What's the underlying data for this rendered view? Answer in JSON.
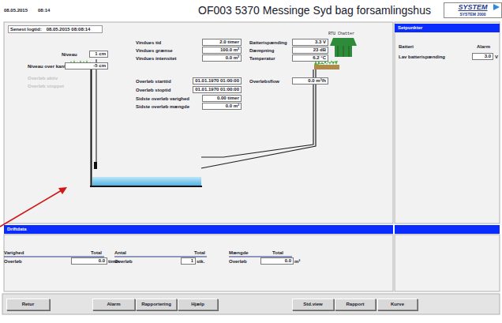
{
  "diagram": {
    "title": "OF003 5370 Messinge Syd bag forsamlingshus",
    "nodes": [
      {
        "text": [
          "SYSTEM",
          "SYSTEM 2000"
        ]
      },
      {
        "text": [
          "Senest logtid:",
          "08.05.2015 08:08:14"
        ]
      },
      {
        "text": [
          "2.0 timer"
        ]
      },
      {
        "text": [
          "100.0 m³"
        ]
      },
      {
        "text": [
          "0.0 m³"
        ]
      },
      {
        "text": [
          "3.3 V"
        ]
      },
      {
        "text": [
          "23 dB"
        ]
      },
      {
        "text": [
          "6.2 °C"
        ]
      },
      {
        "text": [
          "1 cm"
        ]
      },
      {
        "text": [
          "-5 cm"
        ]
      },
      {
        "text": [
          "01.01.1970 01:00:00"
        ]
      },
      {
        "text": [
          "01.01.1970 01:00:00"
        ]
      },
      {
        "text": [
          "0.00 timer"
        ]
      },
      {
        "text": [
          "0.0 m³"
        ]
      },
      {
        "text": [
          "0.0 m³/h"
        ]
      },
      {
        "text": [
          "Setpunkter"
        ]
      },
      {
        "text": [
          "3.0"
        ]
      },
      {
        "text": [
          "Driftdata"
        ]
      },
      {
        "text": [
          "0.0"
        ]
      },
      {
        "text": [
          "1"
        ]
      },
      {
        "text": [
          "0.0"
        ]
      },
      {
        "text": [
          "Retur"
        ]
      },
      {
        "text": [
          "Alarm"
        ]
      },
      {
        "text": [
          "Rapportering"
        ]
      },
      {
        "text": [
          "Hjælp"
        ]
      },
      {
        "text": [
          "Std.view"
        ]
      },
      {
        "text": [
          "Rapport"
        ]
      },
      {
        "text": [
          "Kurve"
        ]
      }
    ],
    "labels": [
      "08.05.2015",
      "08:14",
      "Vindues tid",
      "Vindues grænse",
      "Vindues intensitet",
      "Batterispænding",
      "Dæmpning",
      "Temperatur",
      "RTU Chatter",
      "Niveau",
      "Niveau over kant",
      "Overløb aktiv",
      "Overløb stoppet",
      "Overløb starttid",
      "Overløb stoptid",
      "Sidste overløb varighed",
      "Sidste overløb mængde",
      "Overløbsflow",
      "Batteri",
      "Alarm",
      "Lav batterispænding",
      "V",
      "Varighed",
      "Total",
      "Antal",
      "Total",
      "Mængde",
      "Total",
      "Overløb",
      "timer",
      "Overløb",
      "stk.",
      "Overløb",
      "m³"
    ]
  }
}
